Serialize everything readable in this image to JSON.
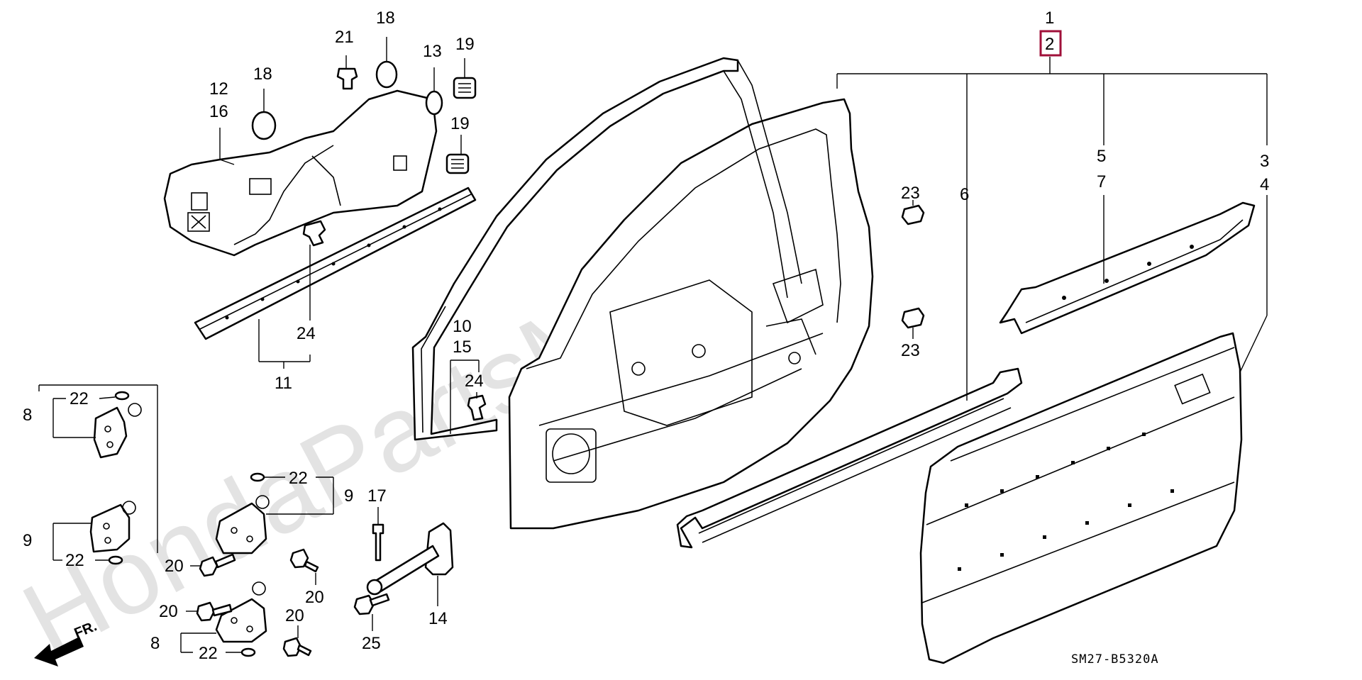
{
  "watermark": "HondaPartsMine.ru",
  "diagram_code": "SM27-B5320A",
  "direction_label": "FR.",
  "highlight_color": "#a0103a",
  "callouts": {
    "c1": "1",
    "c2": "2",
    "c3": "3",
    "c4": "4",
    "c5": "5",
    "c6": "6",
    "c7": "7",
    "c8a": "8",
    "c8b": "8",
    "c9a": "9",
    "c9b": "9",
    "c10": "10",
    "c11": "11",
    "c12": "12",
    "c13": "13",
    "c14": "14",
    "c15": "15",
    "c16": "16",
    "c17": "17",
    "c18a": "18",
    "c18b": "18",
    "c19a": "19",
    "c19b": "19",
    "c20a": "20",
    "c20b": "20",
    "c20c": "20",
    "c20d": "20",
    "c21": "21",
    "c22a": "22",
    "c22b": "22",
    "c22c": "22",
    "c22d": "22",
    "c23a": "23",
    "c23b": "23",
    "c24a": "24",
    "c24b": "24",
    "c25": "25"
  }
}
